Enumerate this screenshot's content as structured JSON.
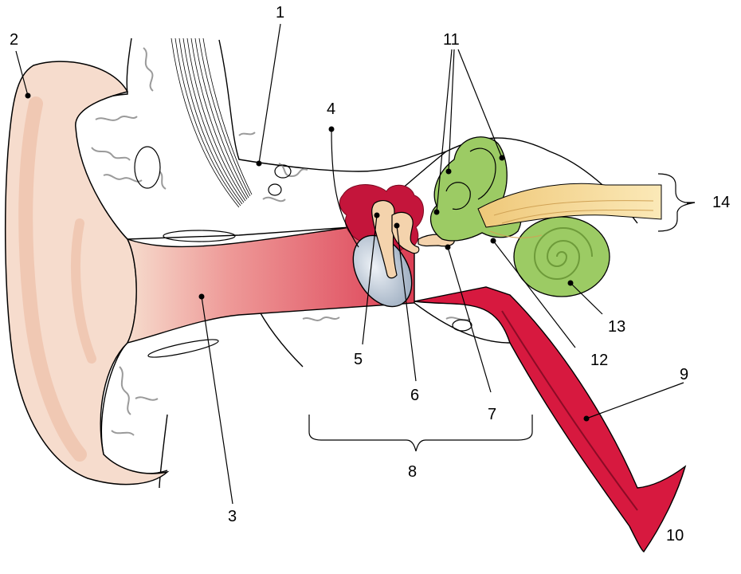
{
  "diagram": {
    "labels": {
      "l1": "1",
      "l2": "2",
      "l3": "3",
      "l4": "4",
      "l5": "5",
      "l6": "6",
      "l7": "7",
      "l8": "8",
      "l9": "9",
      "l10": "10",
      "l11": "11",
      "l12": "12",
      "l13": "13",
      "l14": "14"
    },
    "colors": {
      "auricle": "#f6dccd",
      "canal": "#e8626d",
      "eustachian_tube": "#d7193f",
      "ossicles": "#f4d3ad",
      "tympanic_membrane": "#b9c7d6",
      "middle_ear_tissue": "#c4153b",
      "inner_ear": "#9ccb64",
      "nerve": "#f3d28a",
      "line": "#000000"
    }
  }
}
